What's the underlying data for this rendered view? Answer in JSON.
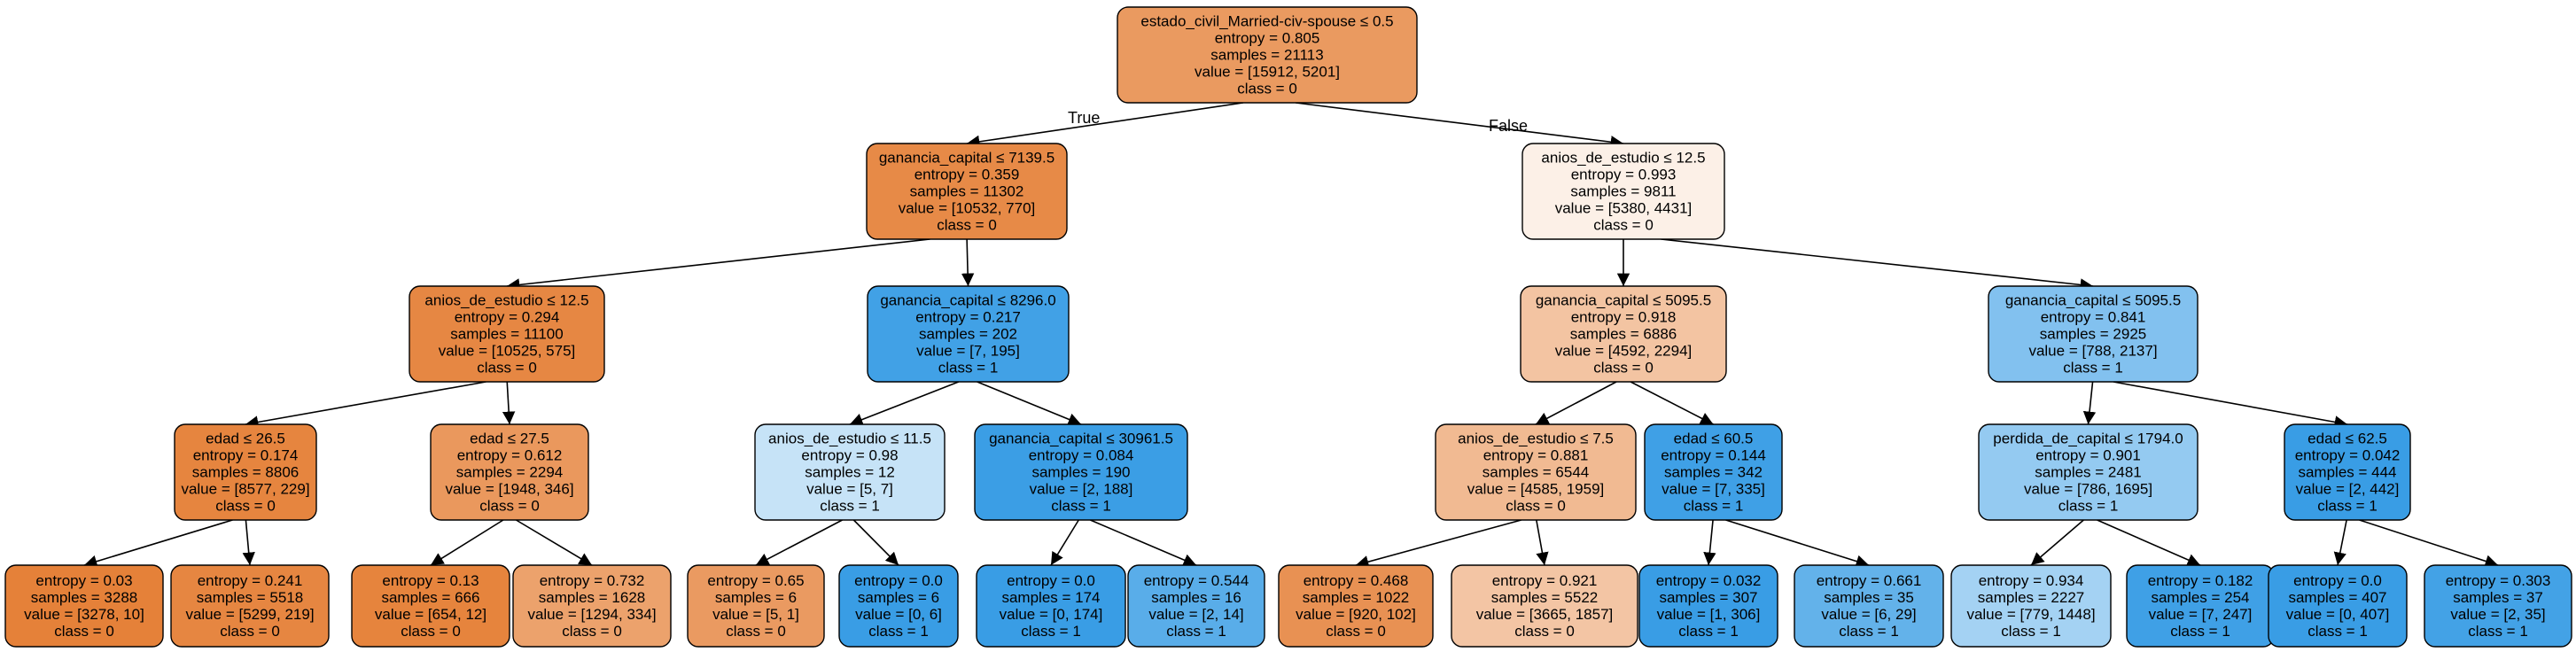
{
  "colors": {
    "class0_strong": "#e58139",
    "class1_strong": "#399de5",
    "edge": "#000000",
    "node_border": "#000000"
  },
  "edge_labels": {
    "true_label": "True",
    "false_label": "False"
  },
  "nodes": [
    {
      "id": "n0",
      "split": "estado_civil_Married-civ-spouse ≤ 0.5",
      "entropy": "entropy = 0.805",
      "samples": "samples = 21113",
      "value": "value = [15912, 5201]",
      "class": "class = 0",
      "class_id": 0,
      "purity": 0.805
    },
    {
      "id": "n1",
      "split": "ganancia_capital ≤ 7139.5",
      "entropy": "entropy = 0.359",
      "samples": "samples = 11302",
      "value": "value = [10532, 770]",
      "class": "class = 0",
      "class_id": 0,
      "purity": 0.93
    },
    {
      "id": "n2",
      "split": "anios_de_estudio ≤ 12.5",
      "entropy": "entropy = 0.294",
      "samples": "samples = 11100",
      "value": "value = [10525, 575]",
      "class": "class = 0",
      "class_id": 0,
      "purity": 0.95
    },
    {
      "id": "n3",
      "split": "edad ≤ 26.5",
      "entropy": "entropy = 0.174",
      "samples": "samples = 8806",
      "value": "value = [8577, 229]",
      "class": "class = 0",
      "class_id": 0,
      "purity": 0.97
    },
    {
      "id": "n4",
      "split": "",
      "entropy": "entropy = 0.03",
      "samples": "samples = 3288",
      "value": "value = [3278, 10]",
      "class": "class = 0",
      "class_id": 0,
      "purity": 1.0
    },
    {
      "id": "n5",
      "split": "",
      "entropy": "entropy = 0.241",
      "samples": "samples = 5518",
      "value": "value = [5299, 219]",
      "class": "class = 0",
      "class_id": 0,
      "purity": 0.96
    },
    {
      "id": "n6",
      "split": "edad ≤ 27.5",
      "entropy": "entropy = 0.612",
      "samples": "samples = 2294",
      "value": "value = [1948, 346]",
      "class": "class = 0",
      "class_id": 0,
      "purity": 0.82
    },
    {
      "id": "n7",
      "split": "",
      "entropy": "entropy = 0.13",
      "samples": "samples = 666",
      "value": "value = [654, 12]",
      "class": "class = 0",
      "class_id": 0,
      "purity": 0.98
    },
    {
      "id": "n8",
      "split": "",
      "entropy": "entropy = 0.732",
      "samples": "samples = 1628",
      "value": "value = [1294, 334]",
      "class": "class = 0",
      "class_id": 0,
      "purity": 0.74
    },
    {
      "id": "n9",
      "split": "ganancia_capital ≤ 8296.0",
      "entropy": "entropy = 0.217",
      "samples": "samples = 202",
      "value": "value = [7, 195]",
      "class": "class = 1",
      "class_id": 1,
      "purity": 0.96
    },
    {
      "id": "n10",
      "split": "anios_de_estudio ≤ 11.5",
      "entropy": "entropy = 0.98",
      "samples": "samples = 12",
      "value": "value = [5, 7]",
      "class": "class = 1",
      "class_id": 1,
      "purity": 0.29
    },
    {
      "id": "n11",
      "split": "",
      "entropy": "entropy = 0.65",
      "samples": "samples = 6",
      "value": "value = [5, 1]",
      "class": "class = 0",
      "class_id": 0,
      "purity": 0.8
    },
    {
      "id": "n12",
      "split": "",
      "entropy": "entropy = 0.0",
      "samples": "samples = 6",
      "value": "value = [0, 6]",
      "class": "class = 1",
      "class_id": 1,
      "purity": 1.0
    },
    {
      "id": "n13",
      "split": "ganancia_capital ≤ 30961.5",
      "entropy": "entropy = 0.084",
      "samples": "samples = 190",
      "value": "value = [2, 188]",
      "class": "class = 1",
      "class_id": 1,
      "purity": 0.99
    },
    {
      "id": "n14",
      "split": "",
      "entropy": "entropy = 0.0",
      "samples": "samples = 174",
      "value": "value = [0, 174]",
      "class": "class = 1",
      "class_id": 1,
      "purity": 1.0
    },
    {
      "id": "n15",
      "split": "",
      "entropy": "entropy = 0.544",
      "samples": "samples = 16",
      "value": "value = [2, 14]",
      "class": "class = 1",
      "class_id": 1,
      "purity": 0.84
    },
    {
      "id": "n16",
      "split": "anios_de_estudio ≤ 12.5",
      "entropy": "entropy = 0.993",
      "samples": "samples = 9811",
      "value": "value = [5380, 4431]",
      "class": "class = 0",
      "class_id": 0,
      "purity": 0.12
    },
    {
      "id": "n17",
      "split": "ganancia_capital ≤ 5095.5",
      "entropy": "entropy = 0.918",
      "samples": "samples = 6886",
      "value": "value = [4592, 2294]",
      "class": "class = 0",
      "class_id": 0,
      "purity": 0.47
    },
    {
      "id": "n18",
      "split": "anios_de_estudio ≤ 7.5",
      "entropy": "entropy = 0.881",
      "samples": "samples = 6544",
      "value": "value = [4585, 1959]",
      "class": "class = 0",
      "class_id": 0,
      "purity": 0.55
    },
    {
      "id": "n19",
      "split": "",
      "entropy": "entropy = 0.468",
      "samples": "samples = 1022",
      "value": "value = [920, 102]",
      "class": "class = 0",
      "class_id": 0,
      "purity": 0.87
    },
    {
      "id": "n20",
      "split": "",
      "entropy": "entropy = 0.921",
      "samples": "samples = 5522",
      "value": "value = [3665, 1857]",
      "class": "class = 0",
      "class_id": 0,
      "purity": 0.46
    },
    {
      "id": "n21",
      "split": "edad ≤ 60.5",
      "entropy": "entropy = 0.144",
      "samples": "samples = 342",
      "value": "value = [7, 335]",
      "class": "class = 1",
      "class_id": 1,
      "purity": 0.97
    },
    {
      "id": "n22",
      "split": "",
      "entropy": "entropy = 0.032",
      "samples": "samples = 307",
      "value": "value = [1, 306]",
      "class": "class = 1",
      "class_id": 1,
      "purity": 1.0
    },
    {
      "id": "n23",
      "split": "",
      "entropy": "entropy = 0.661",
      "samples": "samples = 35",
      "value": "value = [6, 29]",
      "class": "class = 1",
      "class_id": 1,
      "purity": 0.79
    },
    {
      "id": "n24",
      "split": "ganancia_capital ≤ 5095.5",
      "entropy": "entropy = 0.841",
      "samples": "samples = 2925",
      "value": "value = [788, 2137]",
      "class": "class = 1",
      "class_id": 1,
      "purity": 0.63
    },
    {
      "id": "n25",
      "split": "perdida_de_capital ≤ 1794.0",
      "entropy": "entropy = 0.901",
      "samples": "samples = 2481",
      "value": "value = [786, 1695]",
      "class": "class = 1",
      "class_id": 1,
      "purity": 0.54
    },
    {
      "id": "n26",
      "split": "",
      "entropy": "entropy = 0.934",
      "samples": "samples = 2227",
      "value": "value = [779, 1448]",
      "class": "class = 1",
      "class_id": 1,
      "purity": 0.46
    },
    {
      "id": "n27",
      "split": "",
      "entropy": "entropy = 0.182",
      "samples": "samples = 254",
      "value": "value = [7, 247]",
      "class": "class = 1",
      "class_id": 1,
      "purity": 0.97
    },
    {
      "id": "n28",
      "split": "edad ≤ 62.5",
      "entropy": "entropy = 0.042",
      "samples": "samples = 444",
      "value": "value = [2, 442]",
      "class": "class = 1",
      "class_id": 1,
      "purity": 1.0
    },
    {
      "id": "n29",
      "split": "",
      "entropy": "entropy = 0.0",
      "samples": "samples = 407",
      "value": "value = [0, 407]",
      "class": "class = 1",
      "class_id": 1,
      "purity": 1.0
    },
    {
      "id": "n30",
      "split": "",
      "entropy": "entropy = 0.303",
      "samples": "samples = 37",
      "value": "value = [2, 35]",
      "class": "class = 1",
      "class_id": 1,
      "purity": 0.95
    }
  ],
  "edges": [
    [
      "n0",
      "n1"
    ],
    [
      "n0",
      "n16"
    ],
    [
      "n1",
      "n2"
    ],
    [
      "n1",
      "n9"
    ],
    [
      "n2",
      "n3"
    ],
    [
      "n2",
      "n6"
    ],
    [
      "n3",
      "n4"
    ],
    [
      "n3",
      "n5"
    ],
    [
      "n6",
      "n7"
    ],
    [
      "n6",
      "n8"
    ],
    [
      "n9",
      "n10"
    ],
    [
      "n9",
      "n13"
    ],
    [
      "n10",
      "n11"
    ],
    [
      "n10",
      "n12"
    ],
    [
      "n13",
      "n14"
    ],
    [
      "n13",
      "n15"
    ],
    [
      "n16",
      "n17"
    ],
    [
      "n16",
      "n24"
    ],
    [
      "n17",
      "n18"
    ],
    [
      "n17",
      "n21"
    ],
    [
      "n18",
      "n19"
    ],
    [
      "n18",
      "n20"
    ],
    [
      "n21",
      "n22"
    ],
    [
      "n21",
      "n23"
    ],
    [
      "n24",
      "n25"
    ],
    [
      "n24",
      "n28"
    ],
    [
      "n25",
      "n26"
    ],
    [
      "n25",
      "n27"
    ],
    [
      "n28",
      "n29"
    ],
    [
      "n28",
      "n30"
    ]
  ]
}
